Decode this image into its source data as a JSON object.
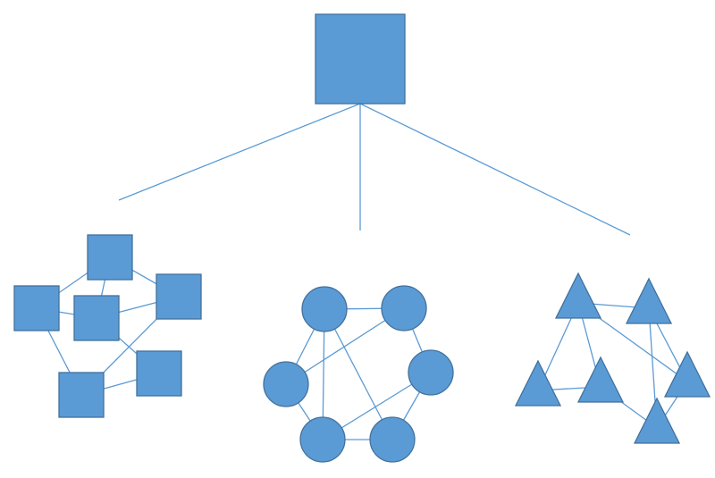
{
  "colors": {
    "node_fill": "#5b9bd5",
    "node_border": "#41719c",
    "edge": "#5b9bd5",
    "background": "#ffffff"
  },
  "diagram": {
    "root": {
      "shape": "square"
    },
    "branches": [
      {
        "name": "square-cluster",
        "shape": "square",
        "node_count": 6
      },
      {
        "name": "circle-cluster",
        "shape": "circle",
        "node_count": 6
      },
      {
        "name": "triangle-cluster",
        "shape": "triangle",
        "node_count": 6
      }
    ]
  }
}
